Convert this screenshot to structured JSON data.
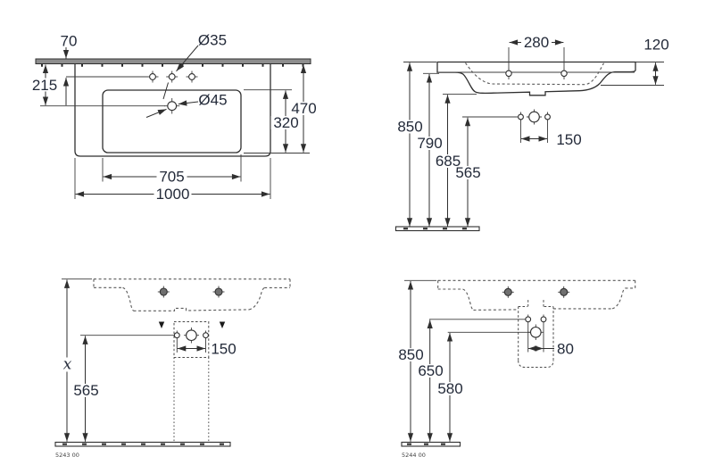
{
  "title": "washbasin-technical-drawing",
  "colors": {
    "line": "#2f2f2f",
    "dashed": "#5a5a5a",
    "text": "#232a39",
    "bar_fill": "#8e8e8e",
    "background": "#ffffff"
  },
  "views": {
    "plan": {
      "label": "plan-view",
      "dims": {
        "edge_to_taphole": "70",
        "edge_to_drain": "215",
        "taphole_diameter": "Ø35",
        "drain_diameter": "Ø45",
        "overall_depth": "470",
        "basin_depth": "320",
        "basin_width": "705",
        "overall_width": "1000"
      }
    },
    "front": {
      "label": "front-view",
      "dims": {
        "taphole_spacing": "280",
        "apron_height": "120",
        "height_overall": "850",
        "height_tapholes": "790",
        "height_underside": "685",
        "height_trap": "565",
        "fixing_spacing": "150"
      }
    },
    "side_pedestal": {
      "label": "side-view-with-pedestal",
      "code": "5243 00",
      "dims": {
        "height_overall": "x",
        "height_trap": "565",
        "fixing_spacing": "150"
      }
    },
    "side_siphon": {
      "label": "side-view-with-siphon-cover",
      "code": "5244 00",
      "dims": {
        "height_overall": "850",
        "height_fixing": "650",
        "height_trap": "580",
        "fixing_spacing": "80"
      }
    }
  }
}
